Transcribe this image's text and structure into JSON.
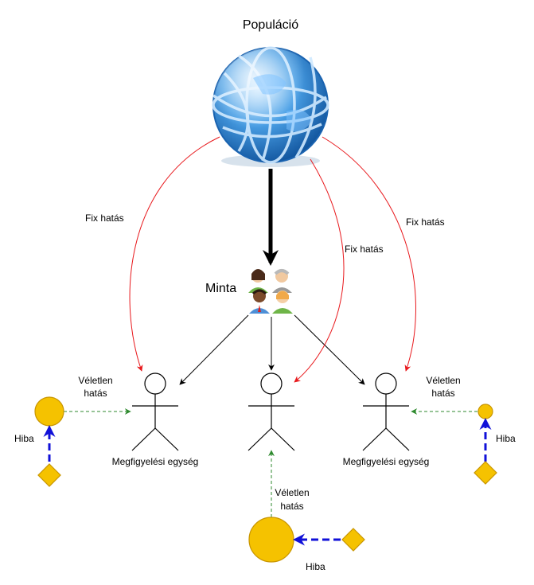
{
  "title": "Populáció",
  "sample_label": "Minta",
  "edge_labels": {
    "fixed_left": "Fix hatás",
    "fixed_middle": "Fix hatás",
    "fixed_right": "Fix hatás"
  },
  "random_labels": {
    "left": [
      "Véletlen",
      "hatás"
    ],
    "right": [
      "Véletlen",
      "hatás"
    ],
    "bottom": [
      "Véletlen",
      "hatás"
    ]
  },
  "error_labels": {
    "left": "Hiba",
    "right": "Hiba",
    "bottom": "Hiba"
  },
  "unit_labels": {
    "left": "Megfigyelési egység",
    "right": "Megfigyelési egység"
  },
  "colors": {
    "fixed_effect": "#e8181c",
    "random_effect": "#2f8a2f",
    "error": "#1010d8",
    "node_fill": "#f5c200",
    "node_stroke": "#c89500",
    "globe": "#3a8fd4"
  }
}
